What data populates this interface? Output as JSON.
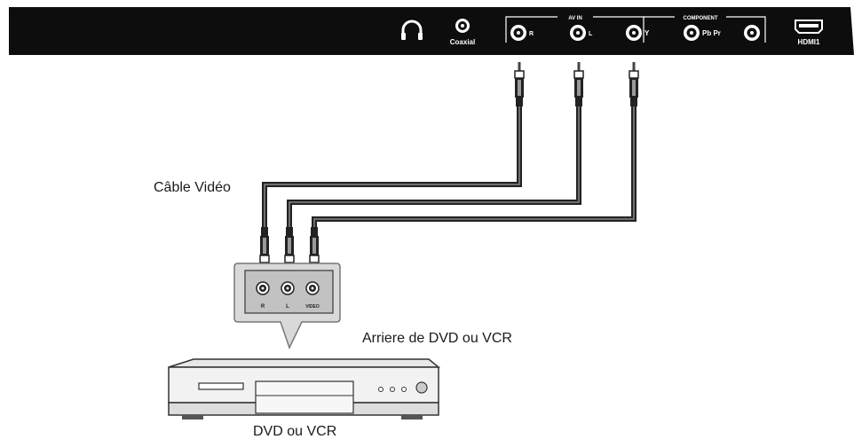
{
  "tv_panel": {
    "coaxial_label": "Coaxial",
    "av_in_label": "AV IN",
    "component_label": "COMPONENT",
    "port_r": "R",
    "port_l": "L",
    "port_y": "Y",
    "pb_pr_label": "Pb Pr",
    "hdmi_label": "HDMI1"
  },
  "labels": {
    "cable": "Câble Vidéo",
    "back_of_device": "Arriere de DVD ou VCR",
    "device": "DVD ou VCR"
  },
  "device_panel": {
    "port_r": "R",
    "port_l": "L",
    "port_video": "VIDEO"
  },
  "colors": {
    "panel": "#0d0d0d",
    "cable": "#222222",
    "callout_fill": "#d9d9d9",
    "device_fill": "#f2f2f2"
  }
}
